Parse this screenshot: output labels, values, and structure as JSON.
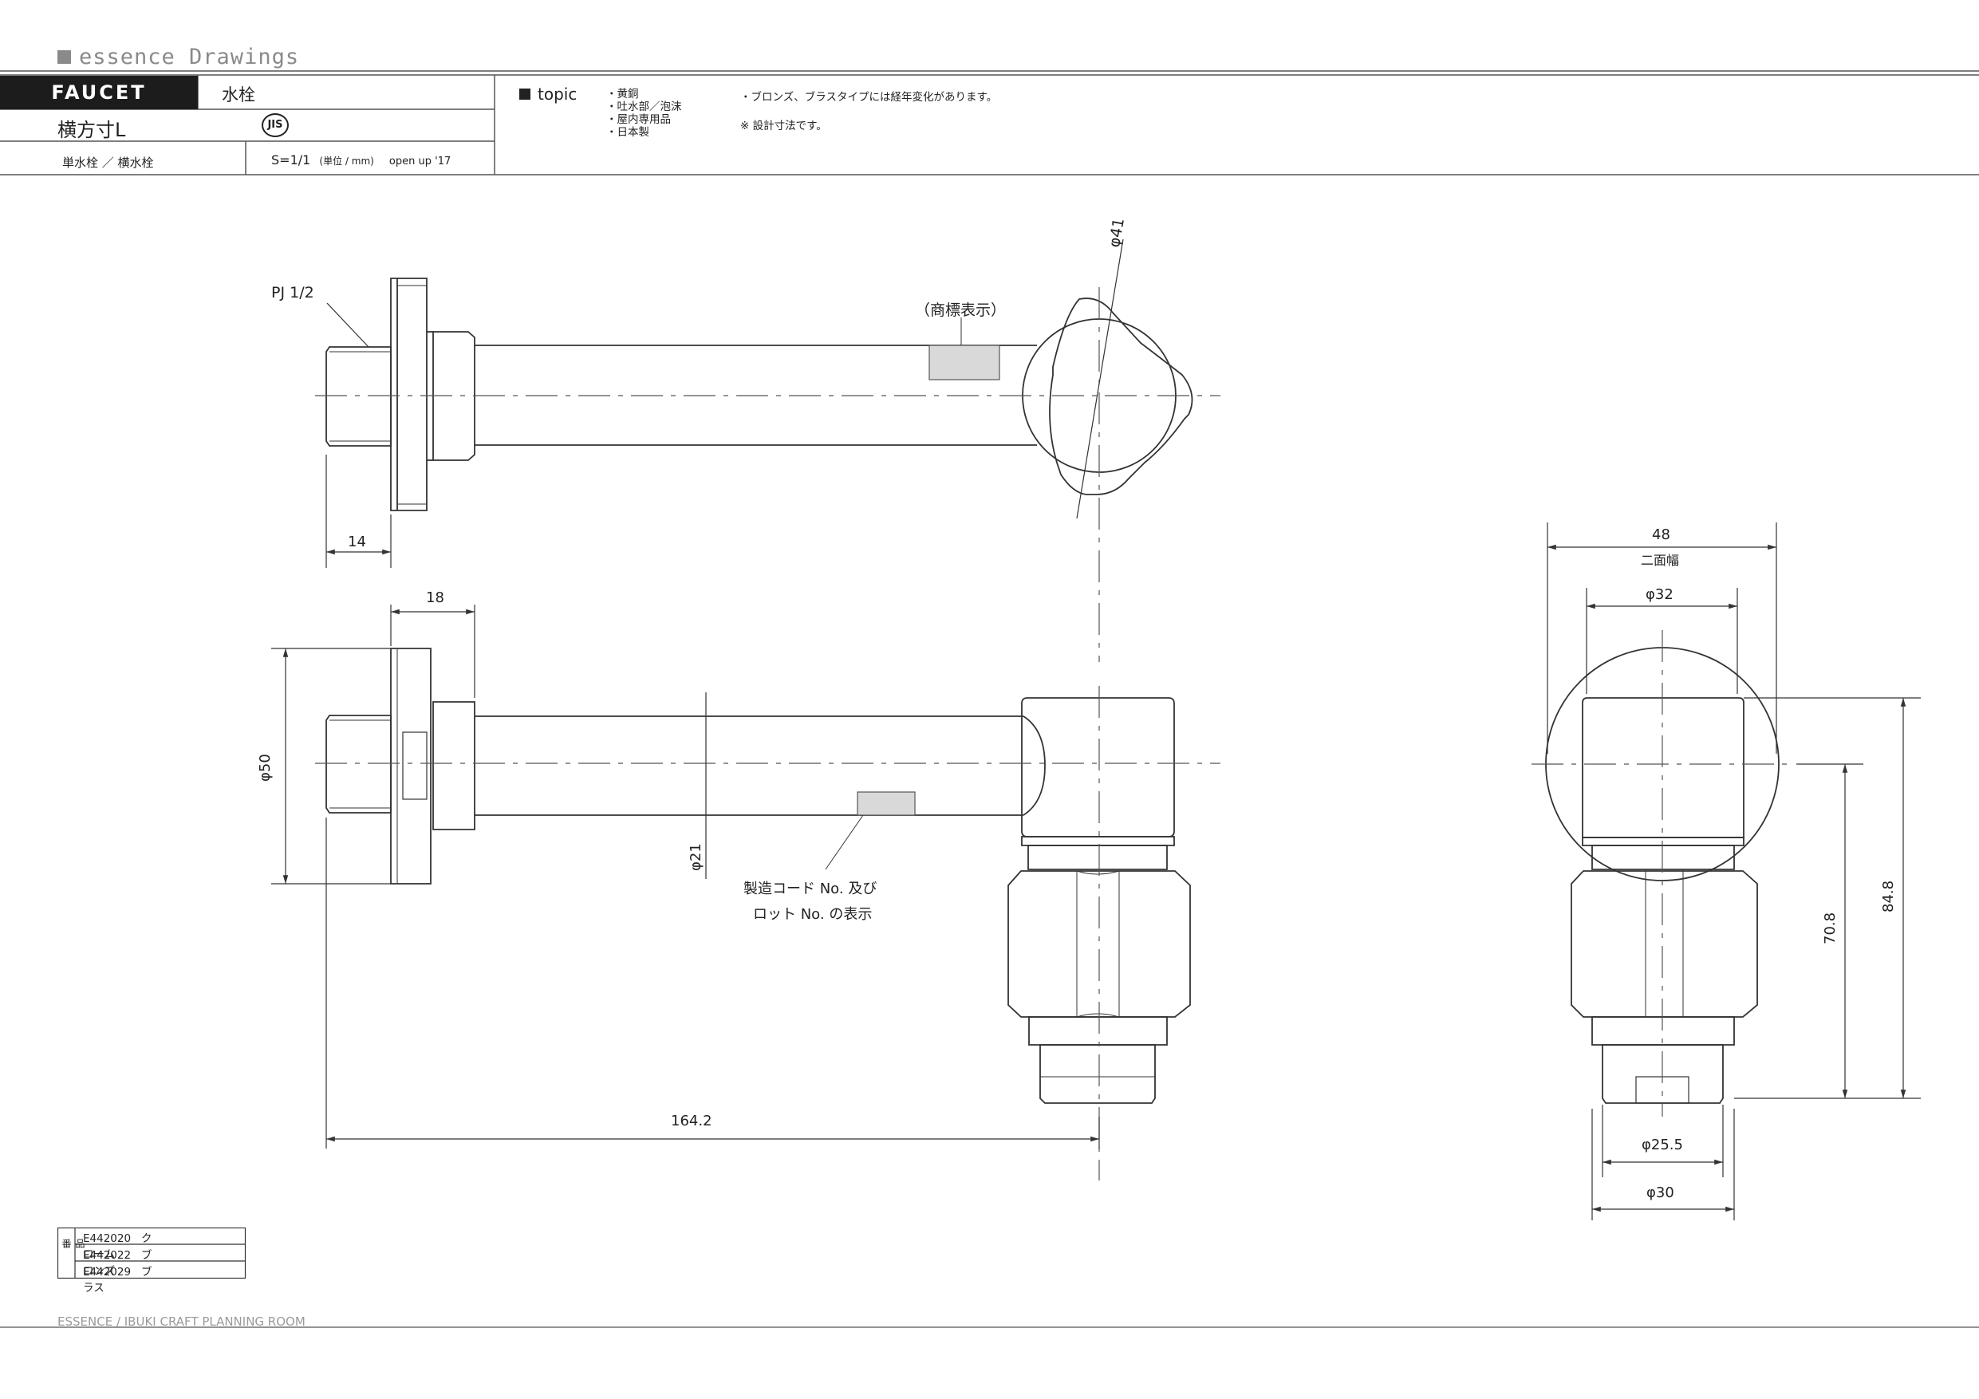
{
  "header": {
    "brand": "essence Drawings",
    "category_en": "FAUCET",
    "category_jp": "水栓",
    "model": "横方寸L",
    "jis_mark": "JIS",
    "type": "単水栓 ／ 横水栓",
    "scale": "S=1/1",
    "unit": "(単位 / mm)",
    "release": "open up '17"
  },
  "topic": {
    "heading": "topic",
    "specs": [
      "・黄銅",
      "・吐水部／泡沫",
      "・屋内専用品",
      "・日本製"
    ],
    "notes": [
      "・ブロンズ、ブラスタイプには経年変化があります。",
      "※ 設計寸法です。"
    ]
  },
  "drawing": {
    "thread_label": "PJ 1/2",
    "trademark_label": "（商標表示）",
    "code_label_line1": "製造コード No. 及び",
    "code_label_line2": "ロット No. の表示",
    "dims": {
      "handle_dia": "φ41",
      "thread_len": "14",
      "flange_len": "18",
      "flange_dia": "φ50",
      "pipe_dia": "φ21",
      "total_len": "164.2",
      "hex_width": "48",
      "hex_note": "二面幅",
      "body_dia": "φ32",
      "outlet_dia": "φ25.5",
      "nut_dia": "φ30",
      "height_a": "70.8",
      "height_b": "84.8"
    }
  },
  "codes": {
    "side_label": "品番",
    "rows": [
      {
        "code": "E442020",
        "finish": "クローム"
      },
      {
        "code": "E442022",
        "finish": "ブロンズ"
      },
      {
        "code": "E442029",
        "finish": "ブラス"
      }
    ]
  },
  "footer": "ESSENCE / IBUKI CRAFT  PLANNING ROOM"
}
